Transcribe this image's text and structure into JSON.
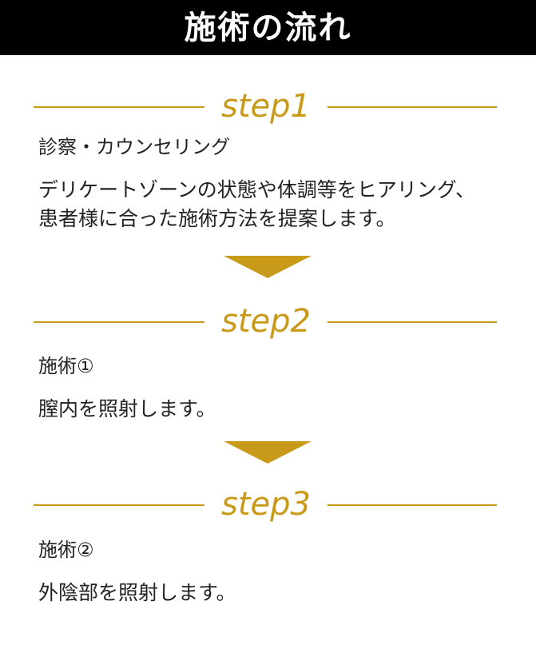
{
  "header": {
    "title": "施術の流れ"
  },
  "steps": [
    {
      "label": "step1",
      "title": "診察・カウンセリング",
      "lines": [
        "デリケートゾーンの状態や体調等をヒアリング、",
        "患者様に合った施術方法を提案します。"
      ]
    },
    {
      "label": "step2",
      "title": "施術①",
      "lines": [
        "膣内を照射します。"
      ]
    },
    {
      "label": "step3",
      "title": "施術②",
      "lines": [
        "外陰部を照射します。"
      ]
    }
  ],
  "colors": {
    "accent": "#c99a1a",
    "header_bg": "#000000",
    "header_text": "#ffffff",
    "body_text": "#222222"
  },
  "icons": {
    "connector": "down-triangle-icon"
  }
}
